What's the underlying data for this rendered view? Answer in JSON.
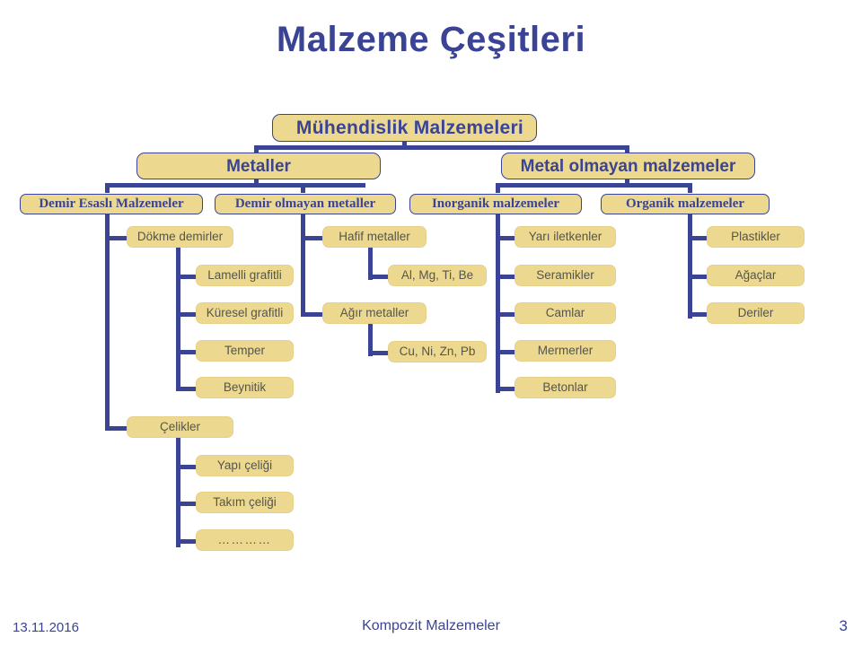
{
  "slide": {
    "title": "Malzeme Çeşitleri",
    "footer": {
      "date": "13.11.2016",
      "center": "Kompozit Malzemeler",
      "page_number": "3"
    },
    "colors": {
      "node_fill": "#ecd98f",
      "line": "#3b4395",
      "heading_text": "#3b4395",
      "leaf_text": "#55554c",
      "background": "#ffffff"
    }
  },
  "diagram": {
    "root": {
      "label": "Mühendislik Malzemeleri"
    },
    "level2": [
      {
        "label": "Metaller"
      },
      {
        "label": "Metal olmayan malzemeler"
      }
    ],
    "level3": [
      {
        "label": "Demir Esaslı Malzemeler"
      },
      {
        "label": "Demir olmayan metaller"
      },
      {
        "label": "Inorganik malzemeler"
      },
      {
        "label": "Organik malzemeler"
      }
    ],
    "branch_demir_esasli": [
      {
        "label": "Dökme demirler"
      },
      {
        "label": "Lamelli grafitli"
      },
      {
        "label": "Küresel grafitli"
      },
      {
        "label": "Temper"
      },
      {
        "label": "Beynitik"
      },
      {
        "label": "Çelikler"
      },
      {
        "label": "Yapı çeliği"
      },
      {
        "label": "Takım çeliği"
      },
      {
        "label": "…………"
      }
    ],
    "branch_demir_olmayan": [
      {
        "label": "Hafif metaller"
      },
      {
        "label": "Al, Mg, Ti, Be"
      },
      {
        "label": "Ağır metaller"
      },
      {
        "label": "Cu, Ni, Zn, Pb"
      }
    ],
    "branch_inorganik": [
      {
        "label": "Yarı iletkenler"
      },
      {
        "label": "Seramikler"
      },
      {
        "label": "Camlar"
      },
      {
        "label": "Mermerler"
      },
      {
        "label": "Betonlar"
      }
    ],
    "branch_organik": [
      {
        "label": "Plastikler"
      },
      {
        "label": "Ağaçlar"
      },
      {
        "label": "Deriler"
      }
    ]
  }
}
